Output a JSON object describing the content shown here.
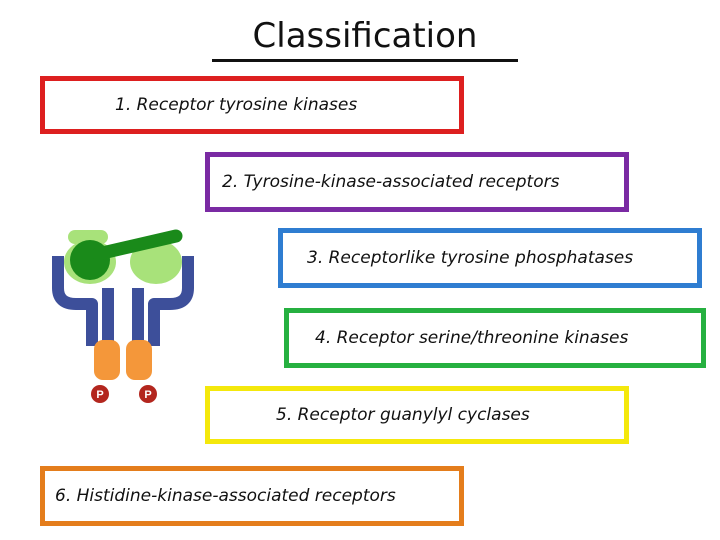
{
  "title": "Classification",
  "items": [
    {
      "label": "1. Receptor tyrosine kinases",
      "border_color": "#dd1f1f"
    },
    {
      "label": "2. Tyrosine-kinase-associated receptors",
      "border_color": "#7a2aa3"
    },
    {
      "label": "3. Receptorlike tyrosine phosphatases",
      "border_color": "#2f7dd1"
    },
    {
      "label": "4. Receptor serine/threonine kinases",
      "border_color": "#26b040"
    },
    {
      "label": "5. Receptor guanylyl cyclases",
      "border_color": "#f4e80c"
    },
    {
      "label": "6. Histidine-kinase-associated receptors",
      "border_color": "#e47d1c"
    }
  ],
  "illustration": {
    "icon": "receptor-dimer-icon",
    "phospho_label": "P",
    "colors": {
      "ligand": "#1a8a1a",
      "ligand_light": "#a8e27a",
      "arms": "#3d4f9a",
      "kinase": "#f4973a",
      "phosphate": "#b3261e"
    }
  }
}
